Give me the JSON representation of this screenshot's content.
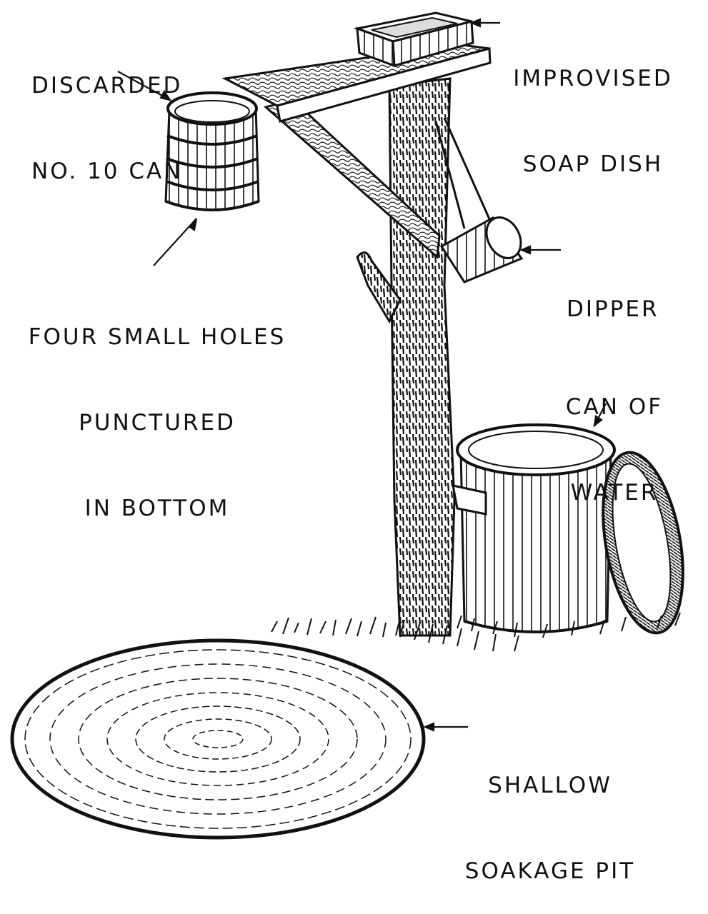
{
  "labels": {
    "can": [
      "DISCARDED",
      "NO. 10 CAN"
    ],
    "holes": [
      "FOUR SMALL HOLES",
      "PUNCTURED",
      "IN BOTTOM"
    ],
    "soap": [
      "IMPROVISED",
      "SOAP DISH"
    ],
    "dipper": "DIPPER",
    "water": [
      "CAN OF",
      "WATER"
    ],
    "pit": [
      "SHALLOW",
      "SOAKAGE PIT"
    ]
  },
  "colors": {
    "ink": "#111111",
    "paper": "#ffffff"
  }
}
